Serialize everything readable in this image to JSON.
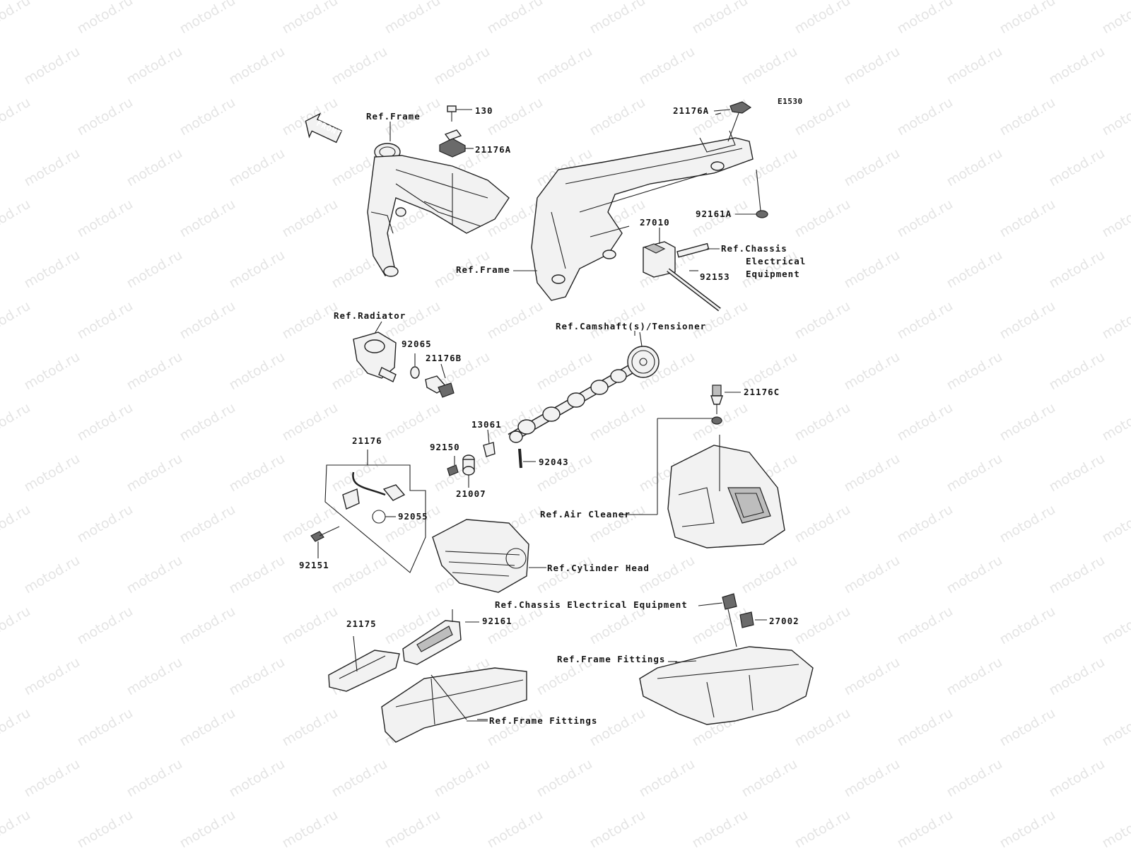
{
  "diagram_code": "E1530",
  "front_label": "FRONT",
  "watermark": "motod.ru",
  "callouts": {
    "ref_frame_top": "Ref.Frame",
    "p130": "130",
    "p21176A_left": "21176A",
    "p21176A_right": "21176A",
    "p92161A": "92161A",
    "p27010": "27010",
    "ref_chassis_l1": "Ref.Chassis",
    "ref_chassis_l2": "Electrical",
    "ref_chassis_l3": "Equipment",
    "p92153": "92153",
    "ref_frame_mid": "Ref.Frame",
    "ref_radiator": "Ref.Radiator",
    "p92065": "92065",
    "p21176B": "21176B",
    "ref_camshaft": "Ref.Camshaft(s)/Tensioner",
    "p21176C": "21176C",
    "p21176": "21176",
    "p13061": "13061",
    "p92150": "92150",
    "p92043": "92043",
    "p21007": "21007",
    "p92055": "92055",
    "p92151": "92151",
    "ref_air_cleaner": "Ref.Air Cleaner",
    "ref_cylinder_head": "Ref.Cylinder Head",
    "ref_chassis_equipment": "Ref.Chassis Electrical Equipment",
    "p27002": "27002",
    "p21175": "21175",
    "p92161": "92161",
    "ref_frame_fittings_right": "Ref.Frame Fittings",
    "ref_frame_fittings_bottom": "Ref.Frame Fittings"
  }
}
